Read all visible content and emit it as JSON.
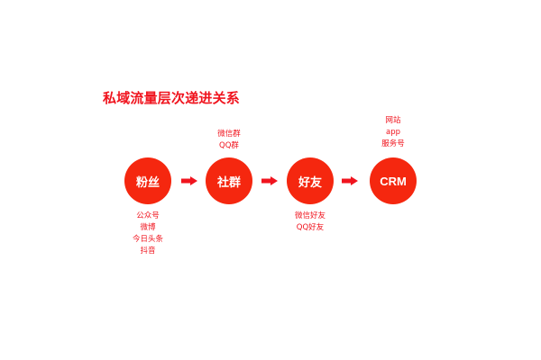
{
  "title": "私域流量层次递进关系",
  "colors": {
    "accent": "#f0141e",
    "node_fill": "#f5270f",
    "node_text": "#ffffff",
    "background": "#ffffff"
  },
  "nodes": [
    {
      "label": "粉丝",
      "labels_below": [
        "公众号",
        "微博",
        "今日头条",
        "抖音"
      ],
      "labels_above": []
    },
    {
      "label": "社群",
      "labels_above": [
        "微信群",
        "QQ群"
      ],
      "labels_below": []
    },
    {
      "label": "好友",
      "labels_below": [
        "微信好友",
        "QQ好友"
      ],
      "labels_above": []
    },
    {
      "label": "CRM",
      "labels_above": [
        "网站",
        "app",
        "服务号"
      ],
      "labels_below": []
    }
  ],
  "arrows": [
    {
      "from": "粉丝",
      "to": "社群",
      "icon": "arrow-right-icon"
    },
    {
      "from": "社群",
      "to": "好友",
      "icon": "arrow-right-icon"
    },
    {
      "from": "好友",
      "to": "CRM",
      "icon": "arrow-right-icon"
    }
  ]
}
